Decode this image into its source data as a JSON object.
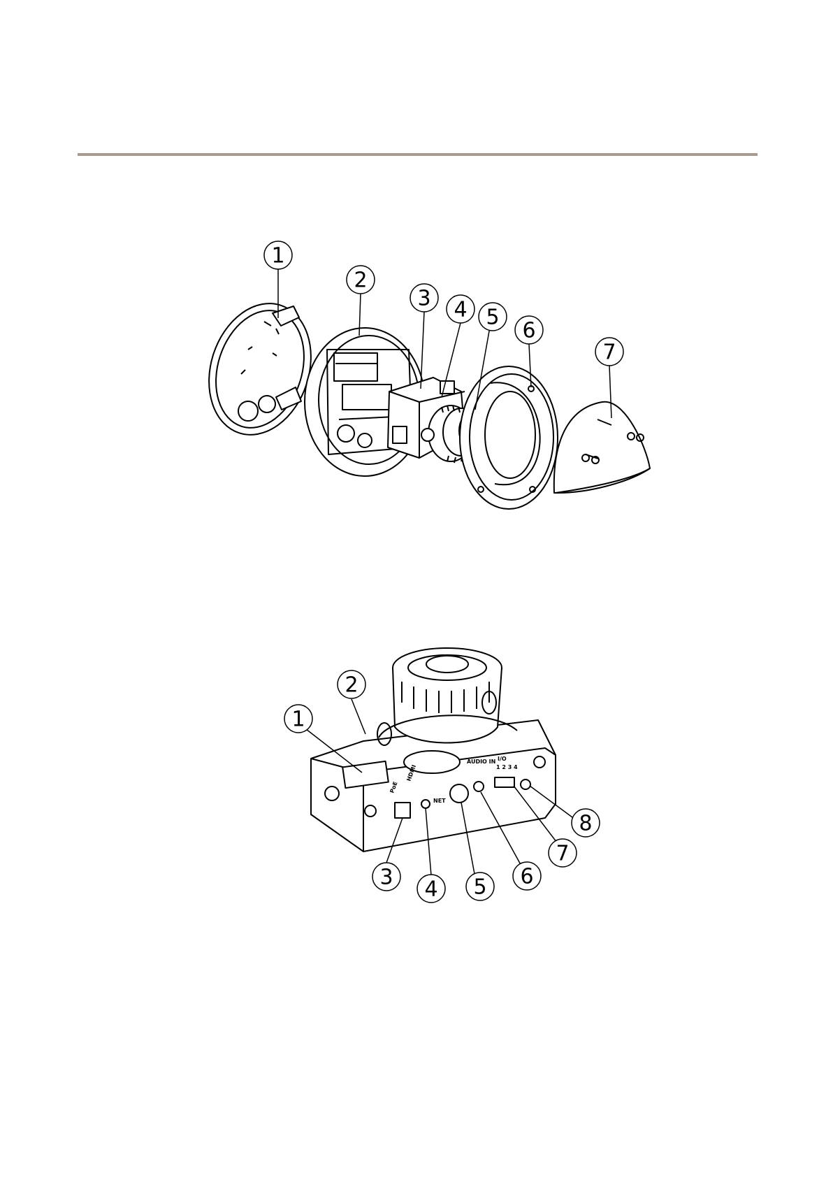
{
  "figure1": {
    "callouts": [
      "1",
      "2",
      "3",
      "4",
      "5",
      "6",
      "7"
    ]
  },
  "figure2": {
    "callouts": [
      "1",
      "2",
      "3",
      "4",
      "5",
      "6",
      "7",
      "8"
    ],
    "port_labels": {
      "audio_in": "AUDIO IN",
      "io": "I/O",
      "io_pins": "1 2 3 4",
      "poe": "PoE",
      "net": "NET",
      "hdmi": "HDMI"
    }
  },
  "colors": {
    "rule": "#a89a8e",
    "line": "#000000"
  }
}
